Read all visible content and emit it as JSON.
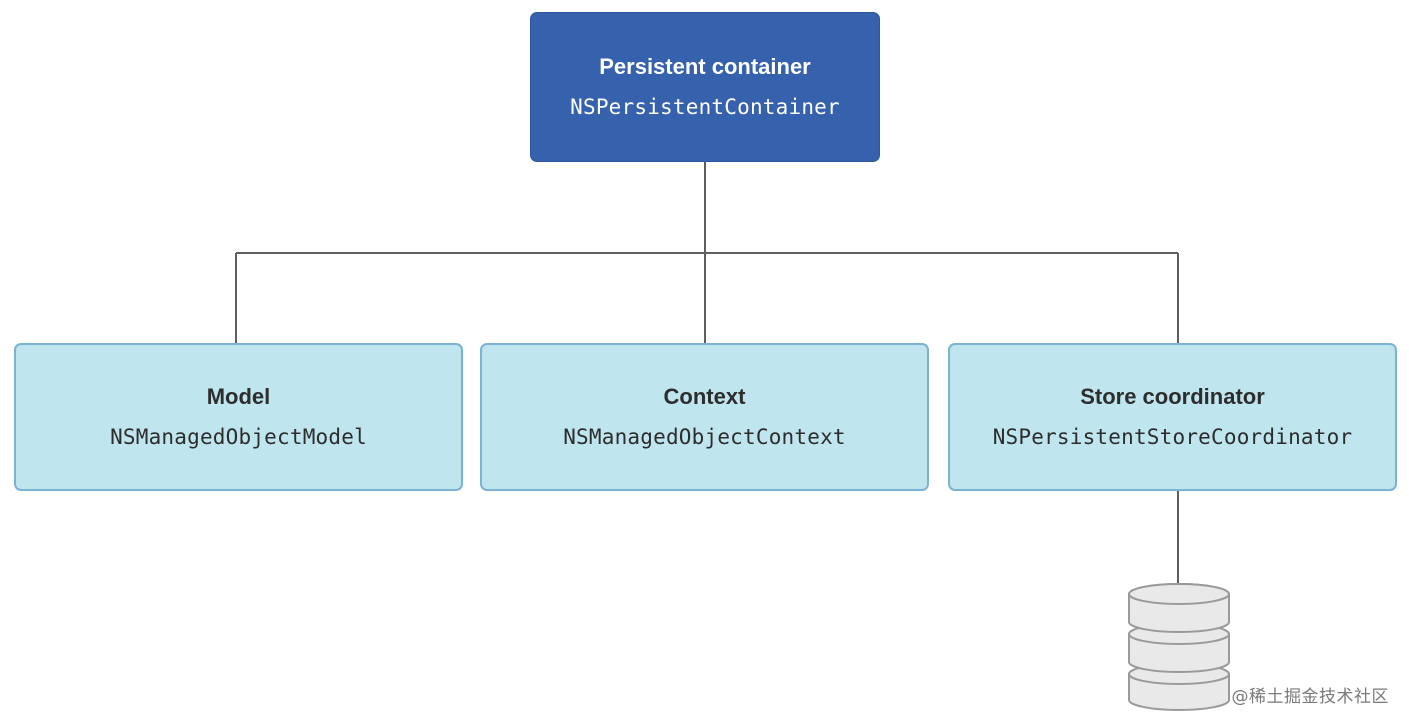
{
  "root": {
    "title": "Persistent container",
    "class_name": "NSPersistentContainer"
  },
  "children": [
    {
      "title": "Model",
      "class_name": "NSManagedObjectModel"
    },
    {
      "title": "Context",
      "class_name": "NSManagedObjectContext"
    },
    {
      "title": "Store coordinator",
      "class_name": "NSPersistentStoreCoordinator"
    }
  ],
  "store_icon": "database-icon",
  "watermark": "@稀土掘金技术社区",
  "colors": {
    "root_fill": "#3561ad",
    "child_fill": "#bfe5ee",
    "child_border": "#7bb3d4",
    "connector": "#5e5e5e",
    "database_fill": "#e9e9e9",
    "database_stroke": "#9a9a9a"
  }
}
